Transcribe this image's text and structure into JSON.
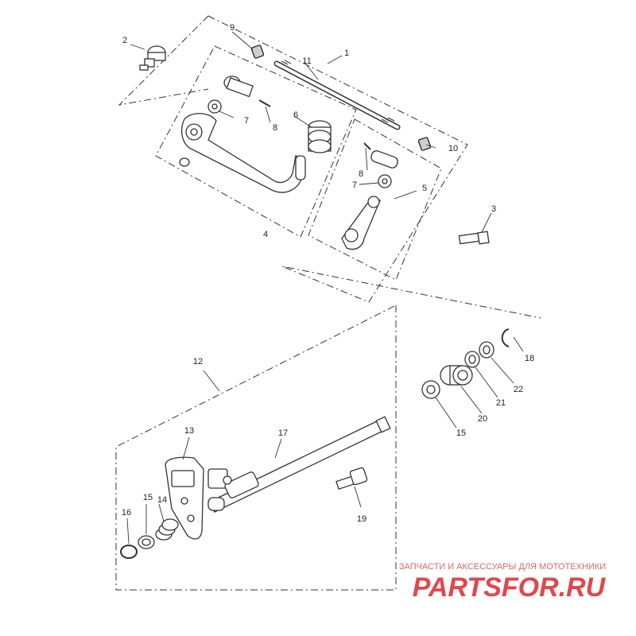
{
  "diagram": {
    "callouts": {
      "c1": "1",
      "c2": "2",
      "c3": "3",
      "c4": "4",
      "c5": "5",
      "c6": "6",
      "c7a": "7",
      "c7b": "7",
      "c8a": "8",
      "c8b": "8",
      "c9": "9",
      "c10": "10",
      "c11": "11",
      "c12": "12",
      "c13": "13",
      "c14": "14",
      "c15a": "15",
      "c15b": "15",
      "c16": "16",
      "c17": "17",
      "c18": "18",
      "c19": "19",
      "c20": "20",
      "c21": "21",
      "c22": "22"
    }
  },
  "watermark": {
    "tagline": "ЗАПЧАСТИ И АКСЕССУАРЫ ДЛЯ МОТОТЕХНИКИ",
    "brand": "PARTSFOR.RU",
    "brand_color": "#e0474c"
  }
}
